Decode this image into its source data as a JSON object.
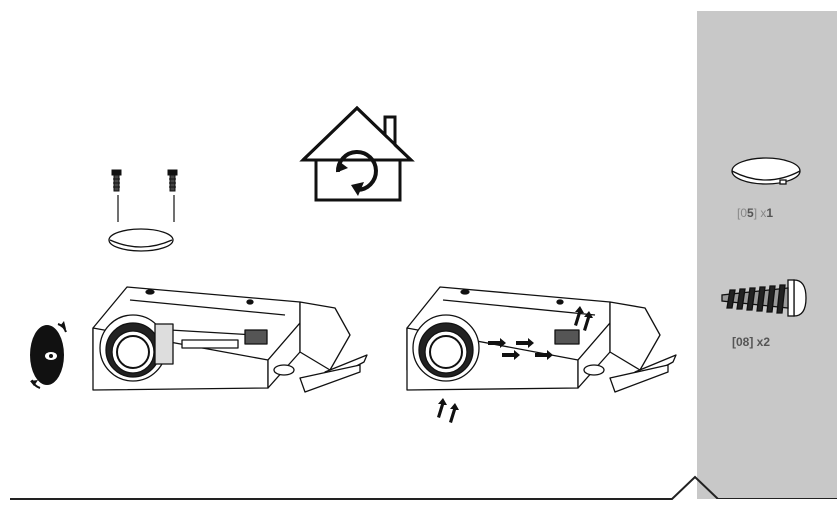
{
  "parts": [
    {
      "ref_open": "[0",
      "ref_bold": "5",
      "ref_close": "]",
      "qty_prefix": "x",
      "qty_num": "1",
      "icon": "carbon-filter-cover-icon"
    },
    {
      "label": "[08] x2",
      "icon": "screw-icon"
    }
  ],
  "icons": {
    "recirculation": "house-recirculation-icon",
    "screw": "screw-icon",
    "filter": "carbon-filter-icon",
    "arrow": "arrow-icon",
    "hood": "cooker-hood-icon"
  },
  "colors": {
    "sidebar": "#c8c8c8",
    "line": "#222222",
    "label": "#555555"
  }
}
